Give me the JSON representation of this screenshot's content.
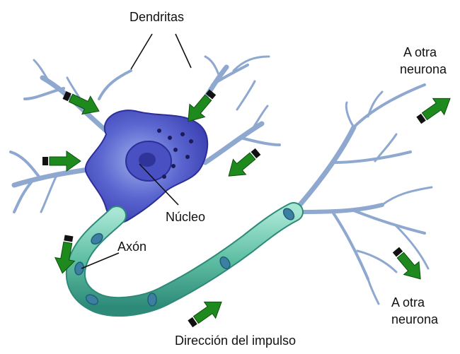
{
  "labels": {
    "dendrites": "Dendritas",
    "nucleus": "Núcleo",
    "axon": "Axón",
    "other_neuron_top_line1": "A otra",
    "other_neuron_top_line2": "neurona",
    "other_neuron_bottom_line1": "A otra",
    "other_neuron_bottom_line2": "neurona",
    "impulse_direction": "Dirección del impulso"
  },
  "colors": {
    "soma": "#4a52c8",
    "soma_light": "#7f8fe0",
    "dendrite": "#8ea8cf",
    "myelin": "#5fbfa3",
    "myelin_dark": "#2e8a78",
    "arrow": "#1e8a1e"
  }
}
